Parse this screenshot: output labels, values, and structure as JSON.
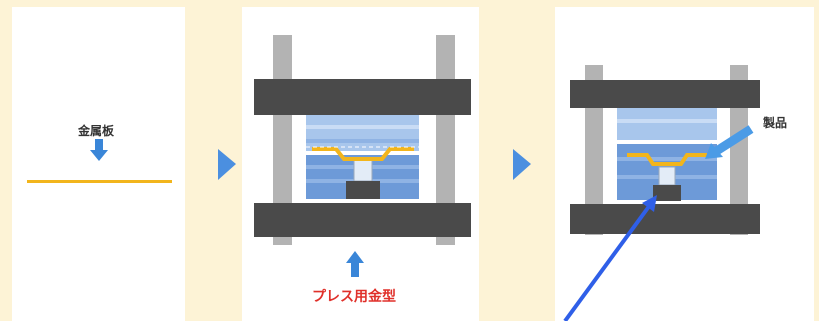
{
  "steps": [
    {
      "label": "金属板"
    },
    {
      "label": "プレス用金型"
    },
    {
      "label": "製品"
    }
  ],
  "colors": {
    "background": "#fdf3d6",
    "panel": "#ffffff",
    "press_frame": "#4a4a4a",
    "column": "#b3b3b3",
    "die_light": "#a8c6ec",
    "die_mid": "#6d9ad8",
    "metal_sheet": "#f2b51c",
    "arrow_blue": "#3a86d8",
    "step_arrow": "#4b8fe0",
    "caption_red": "#e0302a",
    "overlay_pointer": "#2f5fe8"
  },
  "icons": [
    "down-arrow-icon",
    "step-chevron-icon",
    "up-arrow-icon",
    "callout-arrow-icon",
    "pointer-arrow-icon"
  ]
}
